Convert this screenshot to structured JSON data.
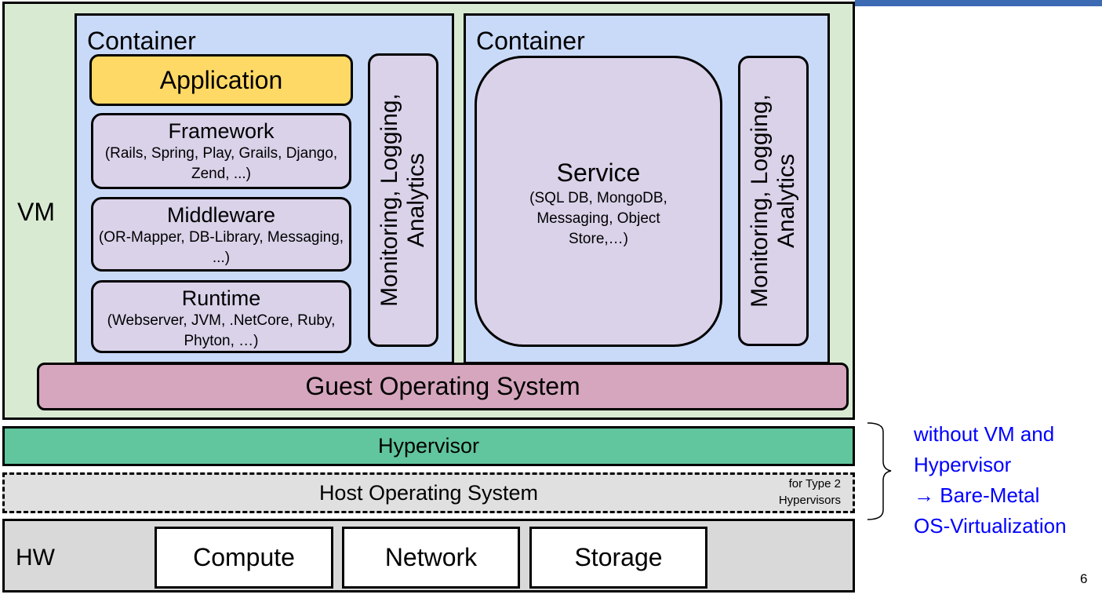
{
  "top_bar_color": "#3d6bb3",
  "vm": {
    "label": "VM",
    "color": "#d9ead3"
  },
  "containers": [
    {
      "title": "Container",
      "application": "Application",
      "layers": [
        {
          "title": "Framework",
          "sub": "(Rails, Spring, Play, Grails, Django, Zend, ...)"
        },
        {
          "title": "Middleware",
          "sub": "(OR-Mapper, DB-Library, Messaging, ...)"
        },
        {
          "title": "Runtime",
          "sub": "(Webserver, JVM, .NetCore, Ruby, Phyton, …)"
        }
      ],
      "monitoring": "Monitoring, Logging,\nAnalytics"
    },
    {
      "title": "Container",
      "service": {
        "title": "Service",
        "sub": "(SQL DB, MongoDB, Messaging, Object Store,…)"
      },
      "monitoring": "Monitoring, Logging,\nAnalytics"
    }
  ],
  "guest_os": "Guest Operating System",
  "hypervisor": "Hypervisor",
  "host_os": {
    "label": "Host Operating System",
    "note": "for Type 2 Hypervisors"
  },
  "hw": {
    "label": "HW",
    "items": [
      "Compute",
      "Network",
      "Storage"
    ]
  },
  "note": {
    "text": "without VM and\nHypervisor\n→ Bare-Metal\nOS-Virtualization",
    "color": "#0000ff"
  },
  "page_number": "6"
}
